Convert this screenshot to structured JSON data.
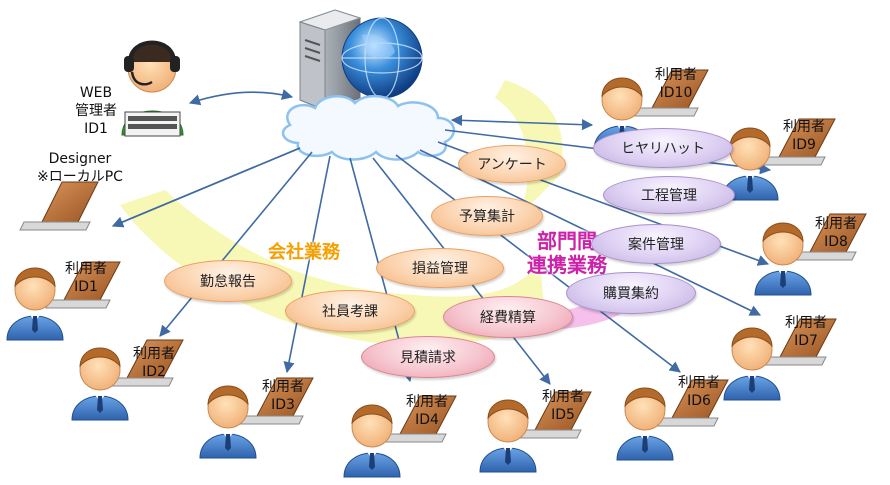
{
  "admin": {
    "line1": "WEB",
    "line2": "管理者",
    "line3": "ID1"
  },
  "designer": {
    "line1": "Designer",
    "line2": "※ローカルPC"
  },
  "categories": {
    "company": "会社業務",
    "interdept_line1": "部門間",
    "interdept_line2": "連携業務"
  },
  "tasks": [
    {
      "label": "アンケート"
    },
    {
      "label": "予算集計"
    },
    {
      "label": "損益管理"
    },
    {
      "label": "勤怠報告"
    },
    {
      "label": "社員考課"
    },
    {
      "label": "経費精算"
    },
    {
      "label": "見積請求"
    },
    {
      "label": "ヒヤリハット"
    },
    {
      "label": "工程管理"
    },
    {
      "label": "案件管理"
    },
    {
      "label": "購買集約"
    }
  ],
  "users": [
    {
      "role": "利用者",
      "id": "ID1"
    },
    {
      "role": "利用者",
      "id": "ID2"
    },
    {
      "role": "利用者",
      "id": "ID3"
    },
    {
      "role": "利用者",
      "id": "ID4"
    },
    {
      "role": "利用者",
      "id": "ID5"
    },
    {
      "role": "利用者",
      "id": "ID6"
    },
    {
      "role": "利用者",
      "id": "ID7"
    },
    {
      "role": "利用者",
      "id": "ID8"
    },
    {
      "role": "利用者",
      "id": "ID9"
    },
    {
      "role": "利用者",
      "id": "ID10"
    }
  ],
  "colors": {
    "arrow": "#3f6aa3",
    "company_text": "#f5a000",
    "interdept_text": "#cc22aa",
    "yellow_band": "#f6f7a8",
    "pink_band": "#f4b9e9",
    "user_shirt": "#3d79c7",
    "admin_shirt": "#3fa83f"
  },
  "icons": [
    "headset-icon",
    "server-icon",
    "globe-icon",
    "cloud-icon",
    "laptop-icon",
    "person-icon"
  ]
}
